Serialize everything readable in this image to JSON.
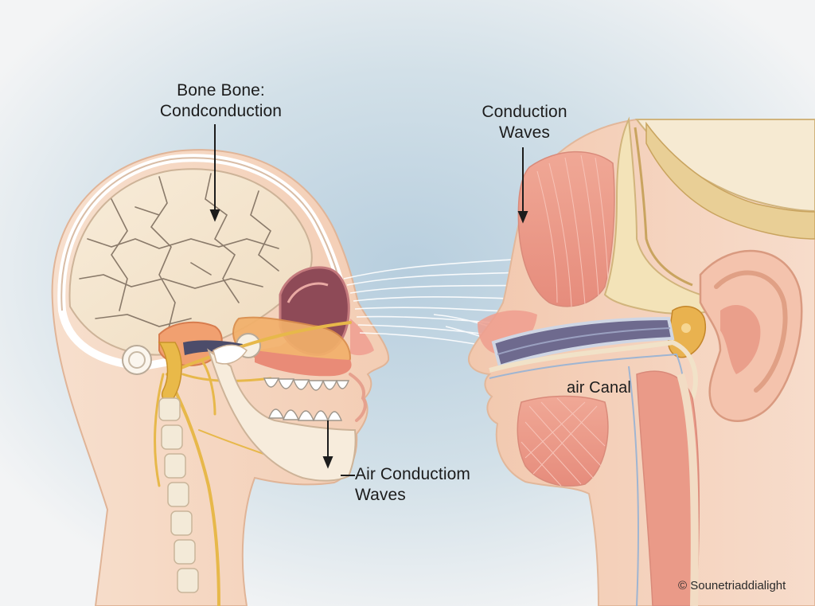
{
  "labels": {
    "bone_conduction": {
      "line1": "Bone Bone:",
      "line2": "Condconduction"
    },
    "conduction_waves": {
      "line1": "Conduction",
      "line2": "Waves"
    },
    "air_conduction_waves": {
      "line1": "Air Conductiom",
      "line2": "Waves"
    },
    "air_canal": "air Canal"
  },
  "credit": "© Sounetriaddialight",
  "colors": {
    "background": "#eef1f3",
    "sky_blue": "#b9cfdc",
    "skin": "#f6dfcc",
    "skin_outline": "#e2b79a",
    "skull_bone": "#f4e6cf",
    "muscle": "#ec9d8f",
    "nerve": "#e9b949",
    "dark_cavity": "#8e4a57"
  }
}
